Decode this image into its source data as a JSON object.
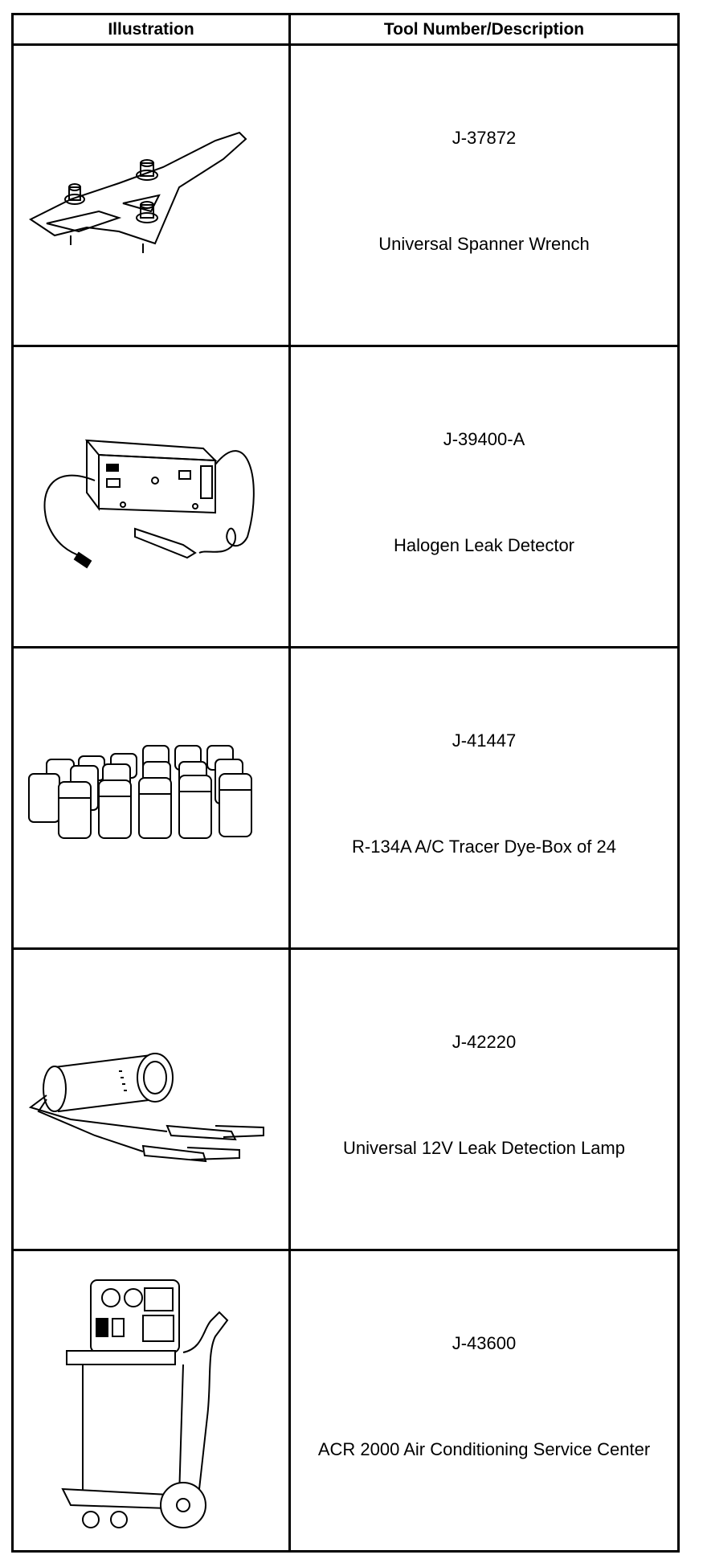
{
  "header": {
    "illustration": "Illustration",
    "tool": "Tool Number/Description"
  },
  "rows": [
    {
      "number": "J-37872",
      "description": "Universal Spanner Wrench",
      "icon": "spanner-wrench-icon"
    },
    {
      "number": "J-39400-A",
      "description": "Halogen Leak Detector",
      "icon": "leak-detector-icon"
    },
    {
      "number": "J-41447",
      "description": "R-134A A/C Tracer Dye-Box of 24",
      "icon": "dye-bottles-icon"
    },
    {
      "number": "J-42220",
      "description": "Universal 12V Leak Detection Lamp",
      "icon": "leak-lamp-icon"
    },
    {
      "number": "J-43600",
      "description": "ACR 2000 Air Conditioning Service Center",
      "icon": "service-center-icon"
    }
  ]
}
